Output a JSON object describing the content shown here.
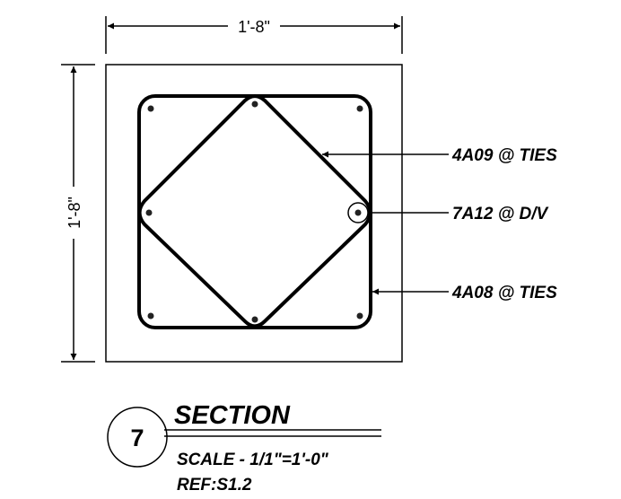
{
  "dimensions": {
    "width_label": "1'-8\"",
    "height_label": "1'-8\""
  },
  "callouts": {
    "diamond_ties": "4A09 @ TIES",
    "vertical_bars": "7A12 @ D/V",
    "perimeter_ties": "4A08 @ TIES"
  },
  "title_block": {
    "number": "7",
    "title": "SECTION",
    "scale": "SCALE - 1/1\"=1'-0\"",
    "reference": "REF:S1.2"
  },
  "colors": {
    "line": "#000000",
    "background": "#ffffff"
  }
}
